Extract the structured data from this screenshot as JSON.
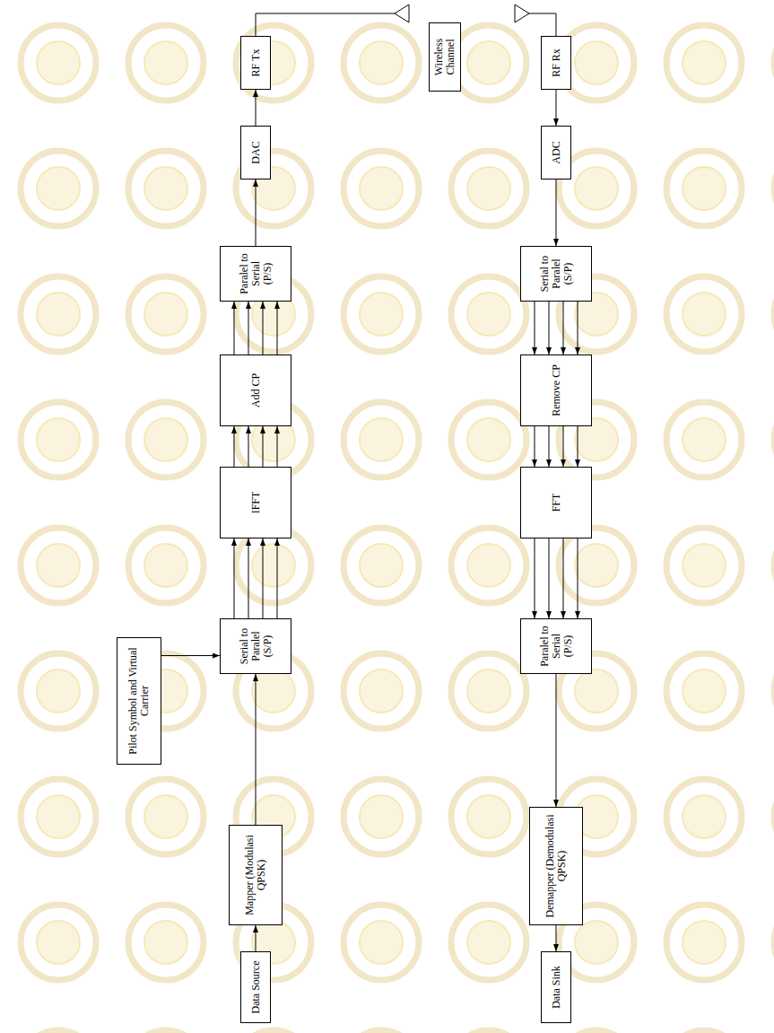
{
  "diagram": {
    "nodes": [
      {
        "text": [
          "Data Source"
        ]
      },
      {
        "text": [
          "Mapper (Modulasi QPSK)"
        ]
      },
      {
        "text": [
          "Pilot Symbol and Virtual Carrier"
        ]
      },
      {
        "text": [
          "Serial to Paralel (S/P)"
        ]
      },
      {
        "text": [
          "IFFT"
        ]
      },
      {
        "text": [
          "Add CP"
        ]
      },
      {
        "text": [
          "Paralel to Serial (P/S)"
        ]
      },
      {
        "text": [
          "DAC"
        ]
      },
      {
        "text": [
          "RF Tx"
        ]
      },
      {
        "text": [
          "Wireless Channel"
        ]
      },
      {
        "text": [
          "RF Rx"
        ]
      },
      {
        "text": [
          "ADC"
        ]
      },
      {
        "text": [
          "Serial to Paralel (S/P)"
        ]
      },
      {
        "text": [
          "Remove CP"
        ]
      },
      {
        "text": [
          "FFT"
        ]
      },
      {
        "text": [
          "Paralel to Serial (P/S)"
        ]
      },
      {
        "text": [
          "Demapper (Demodulasi QPSK)"
        ]
      },
      {
        "text": [
          "Data Sink"
        ]
      }
    ],
    "edges": [
      {
        "from": 0,
        "to": 1,
        "arrow": "to"
      },
      {
        "from": 1,
        "to": 3,
        "arrow": "to"
      },
      {
        "from": 2,
        "to": 3,
        "arrow": "to"
      },
      {
        "from": 3,
        "to": 4,
        "arrow": "to"
      },
      {
        "from": 4,
        "to": 5,
        "arrow": "to"
      },
      {
        "from": 5,
        "to": 6,
        "arrow": "to"
      },
      {
        "from": 6,
        "to": 7,
        "arrow": "to"
      },
      {
        "from": 7,
        "to": 8,
        "arrow": "to"
      },
      {
        "from": 10,
        "to": 11,
        "arrow": "to"
      },
      {
        "from": 11,
        "to": 12,
        "arrow": "to"
      },
      {
        "from": 12,
        "to": 13,
        "arrow": "to"
      },
      {
        "from": 13,
        "to": 14,
        "arrow": "to"
      },
      {
        "from": 14,
        "to": 15,
        "arrow": "to"
      },
      {
        "from": 15,
        "to": 16,
        "arrow": "to"
      },
      {
        "from": 16,
        "to": 17,
        "arrow": "to"
      }
    ]
  }
}
